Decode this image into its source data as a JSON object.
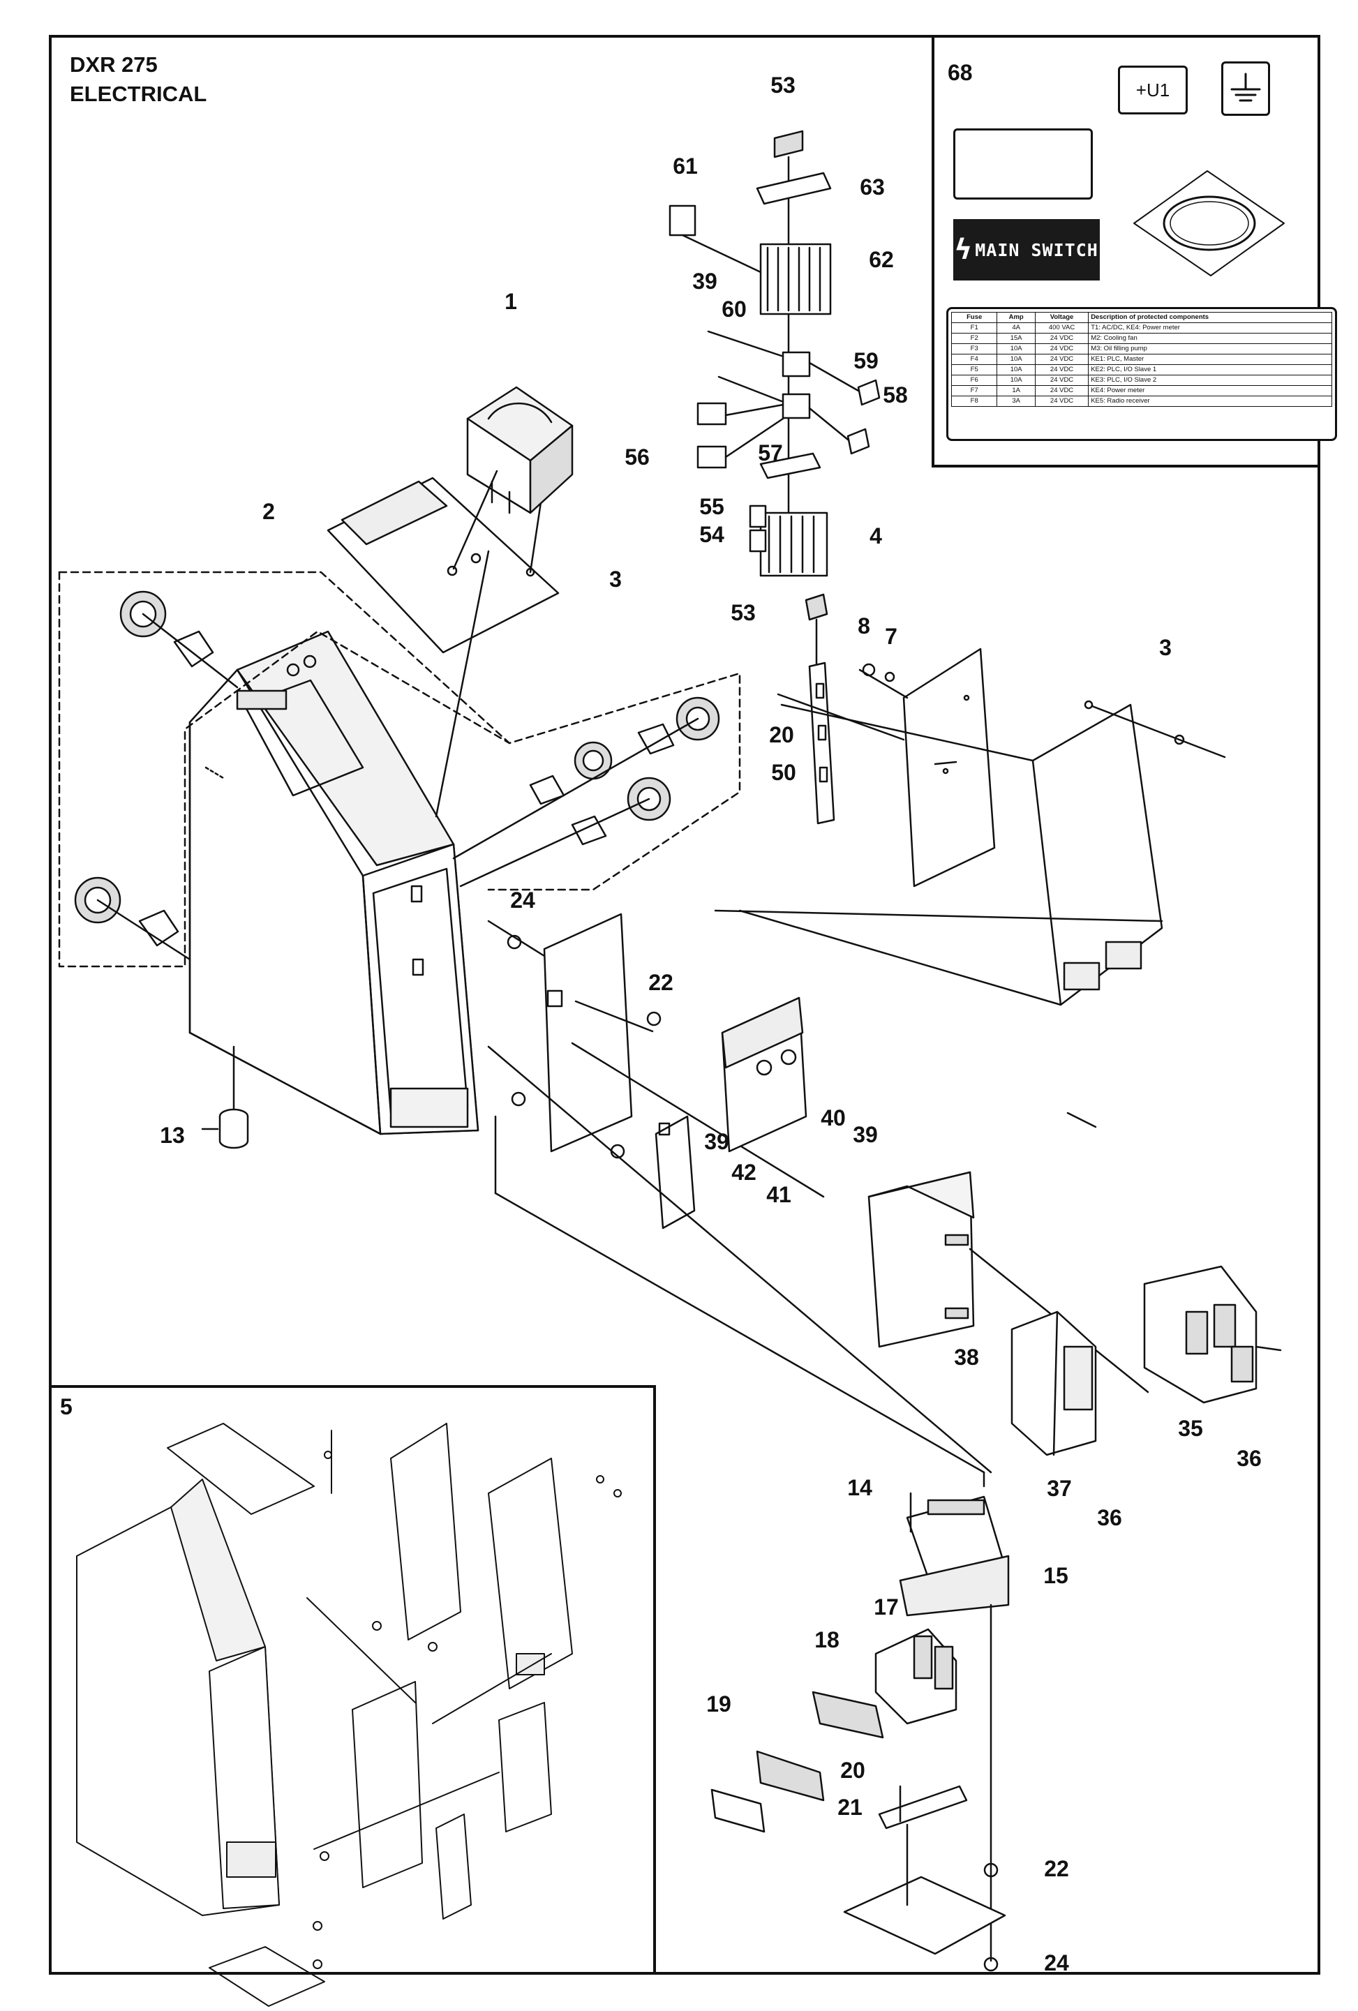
{
  "header": {
    "model": "DXR 275",
    "section": "ELECTRICAL"
  },
  "inset_5": {
    "number": "5"
  },
  "inset_68": {
    "number": "68",
    "unit_label": "+U1",
    "earth_symbol": "ground-icon",
    "warning_symbol": "high-voltage-warning-icon",
    "main_switch_label": "MAIN SWITCH",
    "fuse_table": {
      "headers": [
        "Fuse",
        "Amp",
        "Voltage",
        "Description of protected components"
      ],
      "rows": [
        [
          "F1",
          "4A",
          "400 VAC",
          "T1: AC/DC, KE4: Power meter"
        ],
        [
          "F2",
          "15A",
          "24 VDC",
          "M2: Cooling fan"
        ],
        [
          "F3",
          "10A",
          "24 VDC",
          "M3: Oil filling pump"
        ],
        [
          "F4",
          "10A",
          "24 VDC",
          "KE1: PLC, Master"
        ],
        [
          "F5",
          "10A",
          "24 VDC",
          "KE2: PLC, I/O Slave 1"
        ],
        [
          "F6",
          "10A",
          "24 VDC",
          "KE3: PLC, I/O Slave 2"
        ],
        [
          "F7",
          "1A",
          "24 VDC",
          "KE4: Power meter"
        ],
        [
          "F8",
          "3A",
          "24 VDC",
          "KE5: Radio receiver"
        ]
      ]
    }
  },
  "part_labels": {
    "p1": "1",
    "p2": "2",
    "p3a": "3",
    "p3b": "3",
    "p4": "4",
    "p7": "7",
    "p8": "8",
    "p13": "13",
    "p14": "14",
    "p15": "15",
    "p17": "17",
    "p18": "18",
    "p19": "19",
    "p20a": "20",
    "p20b": "20",
    "p21": "21",
    "p22a": "22",
    "p22b": "22",
    "p24a": "24",
    "p24b": "24",
    "p35": "35",
    "p36a": "36",
    "p36b": "36",
    "p37": "37",
    "p38": "38",
    "p39a": "39",
    "p39b": "39",
    "p39c": "39",
    "p40": "40",
    "p41": "41",
    "p42": "42",
    "p50": "50",
    "p53a": "53",
    "p53b": "53",
    "p54": "54",
    "p55": "55",
    "p56": "56",
    "p57": "57",
    "p58": "58",
    "p59": "59",
    "p60": "60",
    "p61": "61",
    "p62": "62",
    "p63": "63"
  }
}
